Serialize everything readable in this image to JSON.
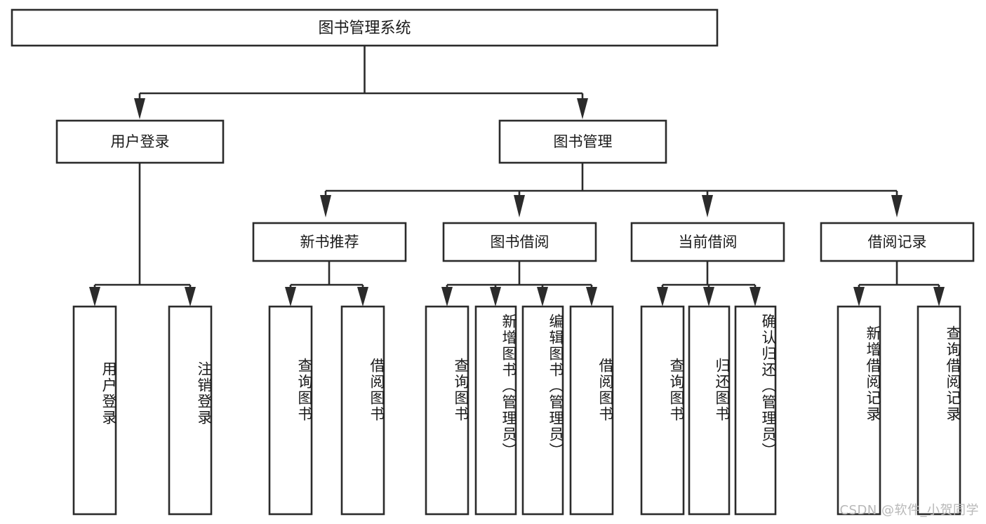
{
  "diagram": {
    "type": "tree",
    "title": "图书管理系统",
    "orientation": "top-down",
    "background_color": "#ffffff",
    "line_color": "#2b2b2b",
    "text_color": "#1a1a1a",
    "root": {
      "label": "图书管理系统",
      "level": 0,
      "children": [
        {
          "label": "用户登录",
          "level": 1,
          "children": [
            {
              "label": "用户登录",
              "level": 2,
              "orientation": "vertical"
            },
            {
              "label": "注销登录",
              "level": 2,
              "orientation": "vertical"
            }
          ]
        },
        {
          "label": "图书管理",
          "level": 1,
          "children": [
            {
              "label": "新书推荐",
              "level": 2,
              "children": [
                {
                  "label": "查询图书",
                  "level": 3,
                  "orientation": "vertical"
                },
                {
                  "label": "借阅图书",
                  "level": 3,
                  "orientation": "vertical"
                }
              ]
            },
            {
              "label": "图书借阅",
              "level": 2,
              "children": [
                {
                  "label": "查询图书",
                  "level": 3,
                  "orientation": "vertical"
                },
                {
                  "label": "新增图书（管理员）",
                  "level": 3,
                  "orientation": "vertical"
                },
                {
                  "label": "编辑图书（管理员）",
                  "level": 3,
                  "orientation": "vertical"
                },
                {
                  "label": "借阅图书",
                  "level": 3,
                  "orientation": "vertical"
                }
              ]
            },
            {
              "label": "当前借阅",
              "level": 2,
              "children": [
                {
                  "label": "查询图书",
                  "level": 3,
                  "orientation": "vertical"
                },
                {
                  "label": "归还图书",
                  "level": 3,
                  "orientation": "vertical"
                },
                {
                  "label": "确认归还（管理员）",
                  "level": 3,
                  "orientation": "vertical"
                }
              ]
            },
            {
              "label": "借阅记录",
              "level": 2,
              "children": [
                {
                  "label": "新增借阅记录",
                  "level": 3,
                  "orientation": "vertical"
                },
                {
                  "label": "查询借阅记录",
                  "level": 3,
                  "orientation": "vertical"
                }
              ]
            }
          ]
        }
      ]
    }
  },
  "nodes": {
    "root": {
      "label": "图书管理系统"
    },
    "user_login": {
      "label": "用户登录"
    },
    "book_manage": {
      "label": "图书管理"
    },
    "new_book_recommend": {
      "label": "新书推荐"
    },
    "book_borrow": {
      "label": "图书借阅"
    },
    "current_borrow": {
      "label": "当前借阅"
    },
    "borrow_record": {
      "label": "借阅记录"
    },
    "leaf_user_login": {
      "label": "用户登录"
    },
    "leaf_logout": {
      "label": "注销登录"
    },
    "leaf_query_book_1": {
      "label": "查询图书"
    },
    "leaf_borrow_book_1": {
      "label": "借阅图书"
    },
    "leaf_query_book_2": {
      "label": "查询图书"
    },
    "leaf_add_book_admin": {
      "label": "新增图书（管理员）"
    },
    "leaf_edit_book_admin": {
      "label": "编辑图书（管理员）"
    },
    "leaf_borrow_book_2": {
      "label": "借阅图书"
    },
    "leaf_query_book_3": {
      "label": "查询图书"
    },
    "leaf_return_book": {
      "label": "归还图书"
    },
    "leaf_confirm_return_admin": {
      "label": "确认归还（管理员）"
    },
    "leaf_add_borrow_record": {
      "label": "新增借阅记录"
    },
    "leaf_query_borrow_record": {
      "label": "查询借阅记录"
    }
  },
  "watermark": {
    "text": "CSDN @软件_小贺同学"
  }
}
